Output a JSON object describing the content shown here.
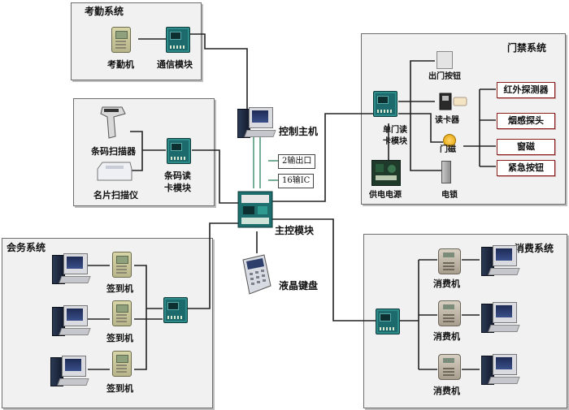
{
  "systems": {
    "attendance": {
      "title": "考勤系统",
      "terminal": "考勤机",
      "comm": "通信模块"
    },
    "barcode": {
      "scanner": "条码扫描器",
      "card_scanner": "名片扫描仪",
      "module_line1": "条码读",
      "module_line2": "卡模块"
    },
    "meeting": {
      "title": "会务系统",
      "checkin": [
        "签到机",
        "签到机",
        "签到机"
      ]
    },
    "access": {
      "title": "门禁系统",
      "exit_button": "出门按钮",
      "card_reader": "读卡器",
      "door_sensor": "门磁",
      "reader_module_lines": [
        "单门读",
        "卡模块"
      ],
      "power": "供电电源",
      "lock": "电锁",
      "sensors": [
        "红外探测器",
        "烟感探头",
        "窗磁",
        "紧急按钮"
      ]
    },
    "consumption": {
      "title": "消费系统",
      "terminals": [
        "消费机",
        "消费机",
        "消费机"
      ]
    }
  },
  "center": {
    "host": "控制主机",
    "io_out": "2输出口",
    "io_in": "16输IC",
    "main_module": "主控模块",
    "lcd_keypad": "液晶键盘"
  },
  "colors": {
    "panel": "#f1f1f1",
    "wire": "#222222",
    "wire_green": "#3a8a6a",
    "sensor_border": "#8a1e1e"
  }
}
